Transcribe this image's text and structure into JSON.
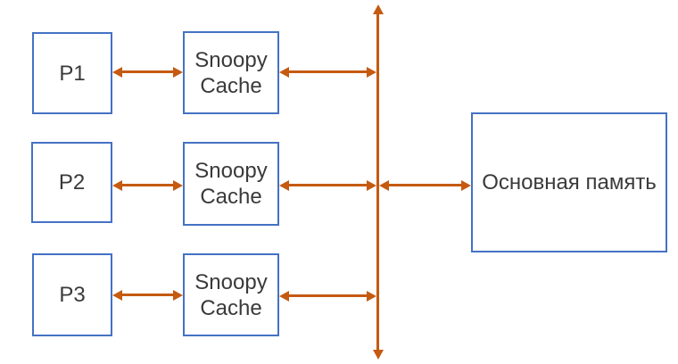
{
  "colors": {
    "box_border": "#4472C4",
    "arrow": "#C55A11",
    "text": "#3A3A3A",
    "background": "#FFFFFF"
  },
  "rows": [
    {
      "processor": {
        "label": "P1"
      },
      "cache": {
        "label": "Snoopy Cache"
      }
    },
    {
      "processor": {
        "label": "P2"
      },
      "cache": {
        "label": "Snoopy Cache"
      }
    },
    {
      "processor": {
        "label": "P3"
      },
      "cache": {
        "label": "Snoopy Cache"
      }
    }
  ],
  "memory": {
    "label": "Основная память"
  }
}
